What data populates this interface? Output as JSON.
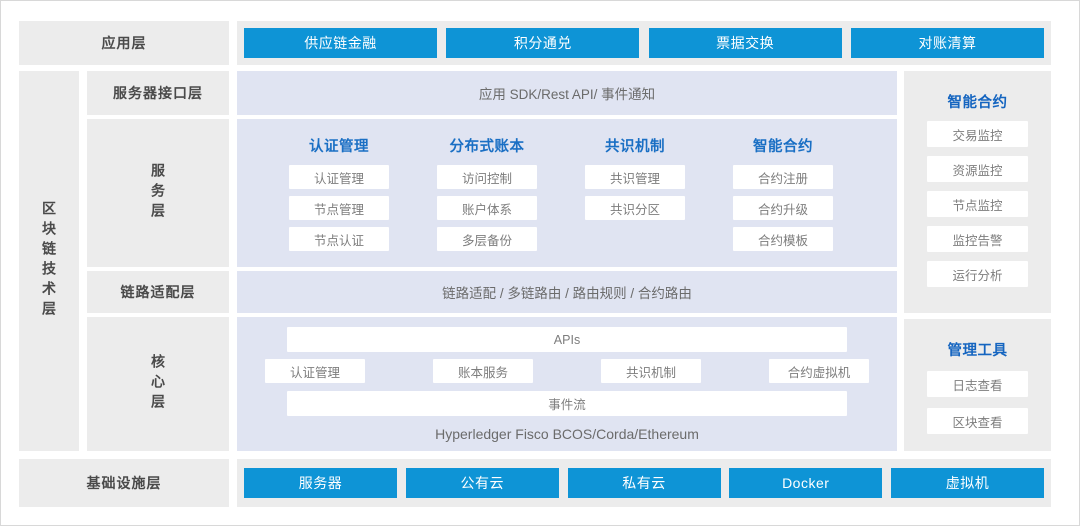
{
  "theme": {
    "accent_blue": "#0e94d6",
    "header_blue": "#1a6fc4",
    "panel_gray": "#ececec",
    "panel_lavender": "#e0e4f2",
    "chip_white": "#ffffff"
  },
  "application_layer": {
    "label": "应用层",
    "items": [
      {
        "label": "供应链金融"
      },
      {
        "label": "积分通兑"
      },
      {
        "label": "票据交换"
      },
      {
        "label": "对账清算"
      }
    ]
  },
  "blockchain_tech_layer": {
    "label": "区块链技术层",
    "server_interface_layer": {
      "label": "服务器接口层",
      "content": "应用 SDK/Rest API/ 事件通知"
    },
    "service_layer": {
      "label": "服务层",
      "columns": [
        {
          "title": "认证管理",
          "items": [
            "认证管理",
            "节点管理",
            "节点认证"
          ]
        },
        {
          "title": "分布式账本",
          "items": [
            "访问控制",
            "账户体系",
            "多层备份"
          ]
        },
        {
          "title": "共识机制",
          "items": [
            "共识管理",
            "共识分区"
          ]
        },
        {
          "title": "智能合约",
          "items": [
            "合约注册",
            "合约升级",
            "合约模板"
          ]
        }
      ]
    },
    "link_adaptation_layer": {
      "label": "链路适配层",
      "content": "链路适配 / 多链路由 / 路由规则 / 合约路由"
    },
    "core_layer": {
      "label": "核心层",
      "apis": "APIs",
      "services": [
        "认证管理",
        "账本服务",
        "共识机制",
        "合约虚拟机"
      ],
      "event_stream": "事件流",
      "engines": "Hyperledger Fisco BCOS/Corda/Ethereum"
    }
  },
  "right_panels": [
    {
      "title": "智能合约",
      "items": [
        "交易监控",
        "资源监控",
        "节点监控",
        "监控告警",
        "运行分析"
      ]
    },
    {
      "title": "管理工具",
      "items": [
        "日志查看",
        "区块查看"
      ]
    }
  ],
  "infrastructure_layer": {
    "label": "基础设施层",
    "items": [
      {
        "label": "服务器"
      },
      {
        "label": "公有云"
      },
      {
        "label": "私有云"
      },
      {
        "label": "Docker"
      },
      {
        "label": "虚拟机"
      }
    ]
  }
}
